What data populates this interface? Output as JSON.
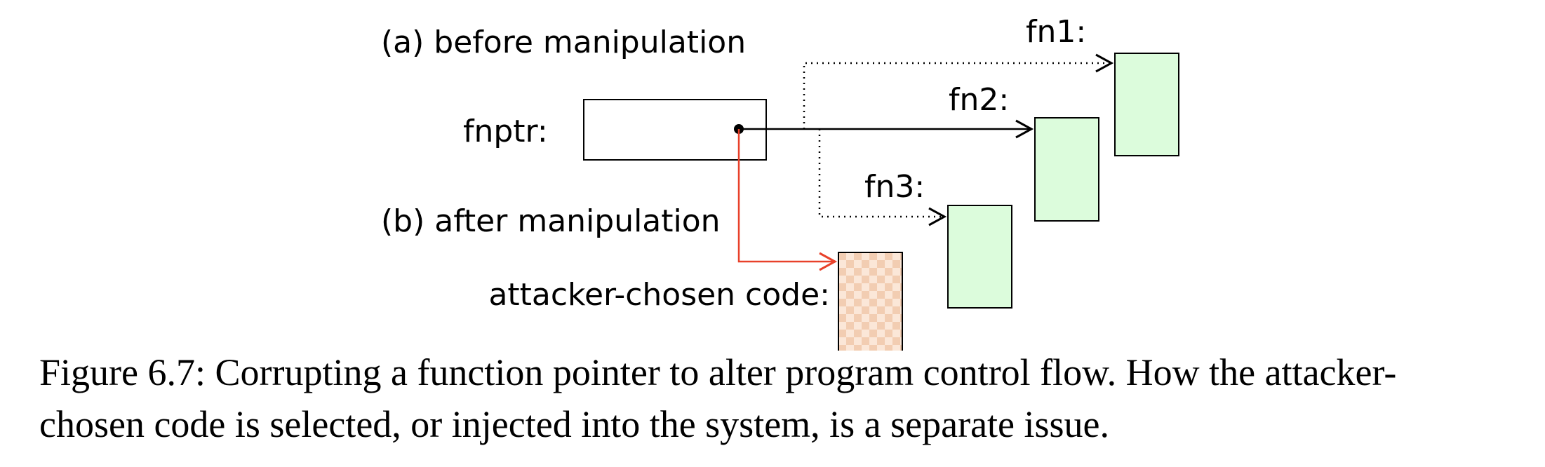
{
  "labels": {
    "before": "(a) before manipulation",
    "after": "(b) after manipulation",
    "fnptr": "fnptr:",
    "fn1": "fn1:",
    "fn2": "fn2:",
    "fn3": "fn3:",
    "attacker": "attacker-chosen code:"
  },
  "caption": {
    "line1": "Figure 6.7:  Corrupting a function pointer to alter program control flow. How the attacker-",
    "line2": "chosen code is selected, or injected into the system, is a separate issue."
  },
  "colors": {
    "function_box_fill": "#dcfcdc",
    "attack_arrow": "#e8412a",
    "checker_light": "#fbe7d8",
    "checker_dark": "#f2cdb2"
  }
}
